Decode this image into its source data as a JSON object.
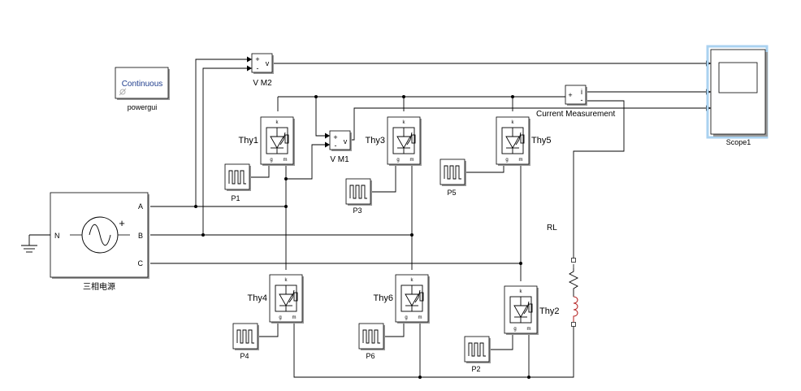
{
  "colors": {
    "wire": "#000000",
    "block_border": "#000000",
    "block_fill": "#ffffff",
    "shadow": "#9a9a9a",
    "powergui_text": "#1e3c8c",
    "scope_frame": "#aad2f0",
    "inductor": "#b41e1e"
  },
  "blocks": {
    "powergui": {
      "text": "Continuous",
      "label": "powergui"
    },
    "source": {
      "label": "三相电源",
      "ports": [
        "N",
        "A",
        "B",
        "C"
      ]
    },
    "vm2": {
      "label": "V M2",
      "in_plus": "+",
      "in_minus": "-",
      "out": "v"
    },
    "vm1": {
      "label": "V M1",
      "in_plus": "+",
      "in_minus": "-",
      "out": "v"
    },
    "current": {
      "label": "Current Measurement",
      "in_plus": "+",
      "in_minus": "-",
      "out": "i"
    },
    "scope": {
      "label": "Scope1"
    },
    "load": {
      "label": "RL"
    },
    "thyristors": [
      {
        "id": "thy1",
        "label": "Thy1",
        "pulse": "P1"
      },
      {
        "id": "thy3",
        "label": "Thy3",
        "pulse": "P3"
      },
      {
        "id": "thy5",
        "label": "Thy5",
        "pulse": "P5"
      },
      {
        "id": "thy4",
        "label": "Thy4",
        "pulse": "P4"
      },
      {
        "id": "thy6",
        "label": "Thy6",
        "pulse": "P6"
      },
      {
        "id": "thy2",
        "label": "Thy2",
        "pulse": "P2"
      }
    ],
    "thyristor_terminal_labels": {
      "gate": "g",
      "m": "m",
      "k": "k"
    }
  }
}
